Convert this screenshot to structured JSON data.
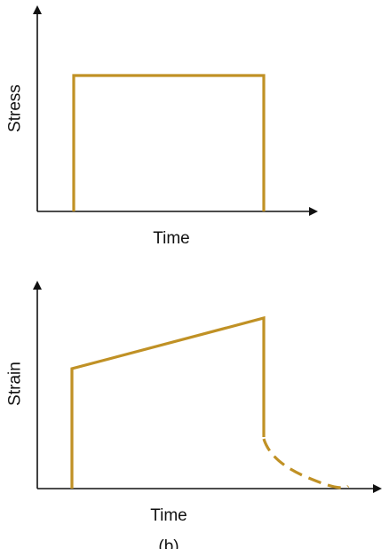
{
  "colors": {
    "curve": "#C09125",
    "axis": "#111111"
  },
  "diagrams": [
    {
      "id": "stress-time",
      "x_label": "Time",
      "y_label": "Stress"
    },
    {
      "id": "strain-time",
      "x_label": "Time",
      "y_label": "Strain"
    }
  ],
  "caption": "(b)"
}
